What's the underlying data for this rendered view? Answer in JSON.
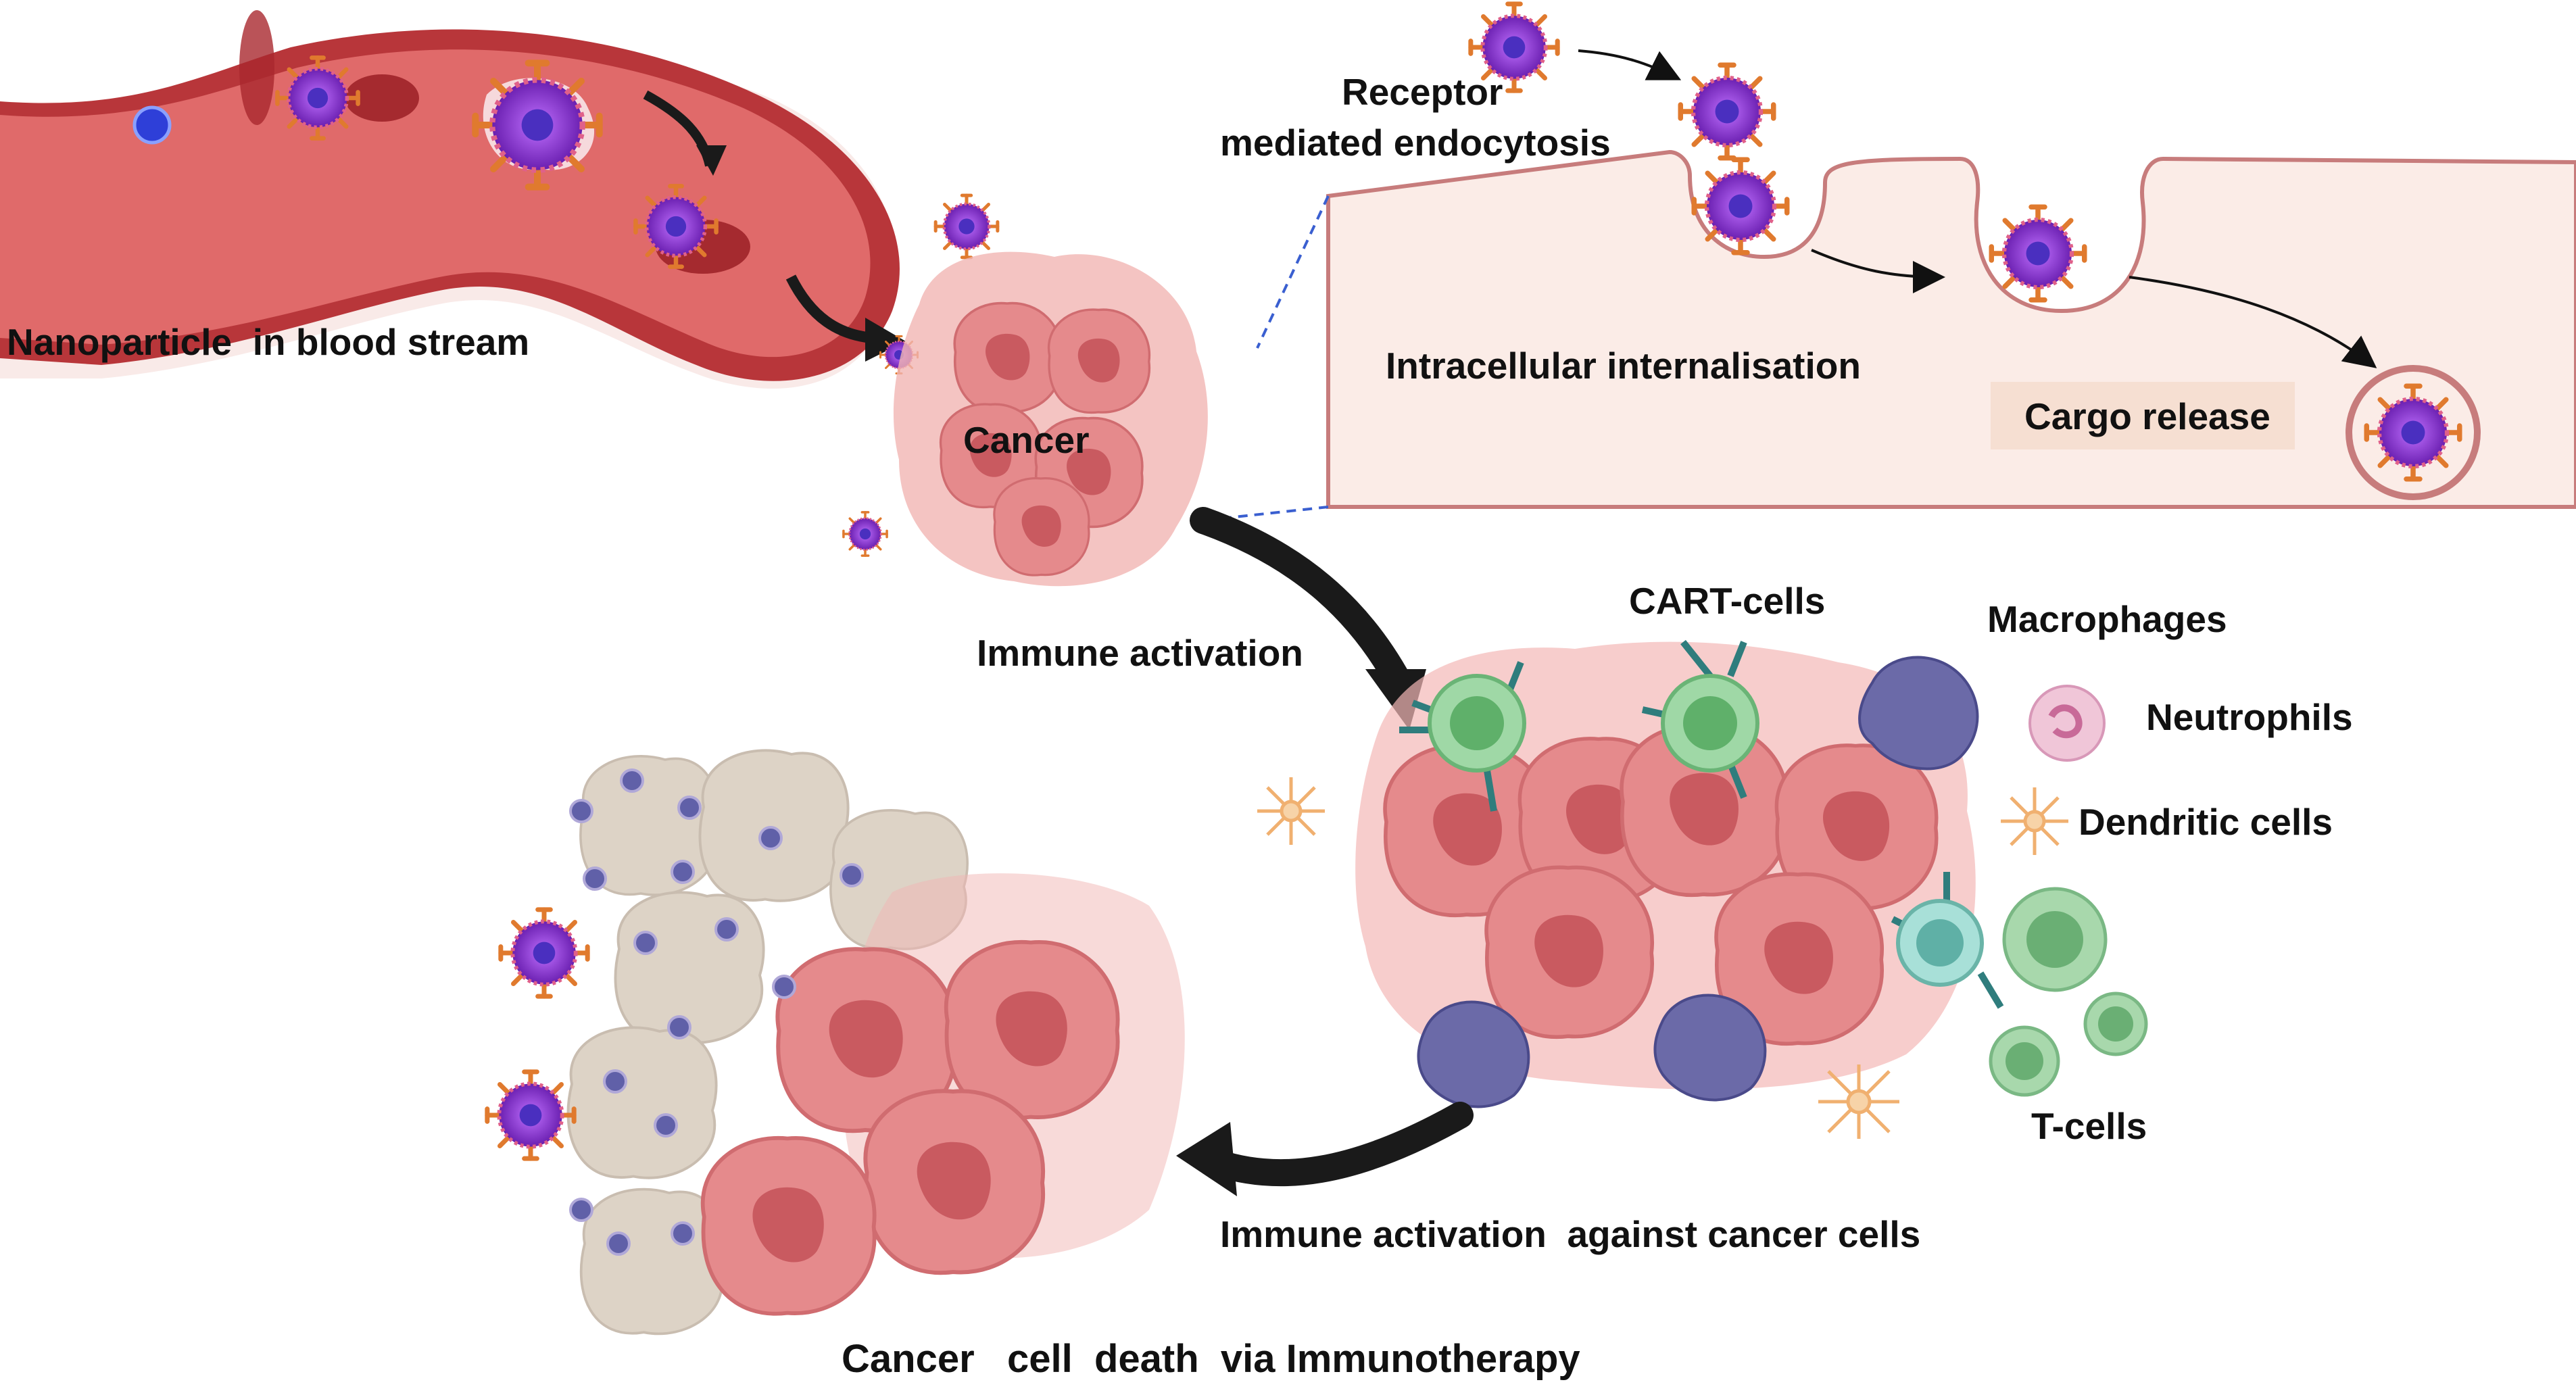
{
  "labels": {
    "bloodstream": "Nanoparticle  in blood stream",
    "receptor_line1": "Receptor",
    "receptor_line2": "mediated endocytosis",
    "internalisation": "Intracellular internalisation",
    "cargo_release": "Cargo release",
    "cancer": "Cancer",
    "immune_activation": "Immune activation",
    "cart_cells": "CART-cells",
    "macrophages": "Macrophages",
    "neutrophils": "Neutrophils",
    "dendritic_cells": "Dendritic cells",
    "t_cells": "T-cells",
    "immune_against": "Immune activation  against cancer cells",
    "cell_death": "Cancer   cell  death  via Immunotherapy"
  },
  "colors": {
    "vessel": "#b8363a",
    "vessel_inner": "#e06a6a",
    "nanoparticle_core": "#8a3bd1",
    "ligand": "#e07a2e",
    "cancer_cell": "#e89090",
    "cancer_nucleus": "#c65a5a",
    "cell_membrane_panel": "#fbece7",
    "cargo_box": "#f6dfd2",
    "t_cell": "#8ccc96",
    "cart_cell": "#9fd8a6",
    "macrophage": "#5a5a9a",
    "neutrophil": "#e8a8c8",
    "dendritic": "#f0c090",
    "dead_cell": "#ddd3c6",
    "arrow": "#1a1a1a"
  }
}
